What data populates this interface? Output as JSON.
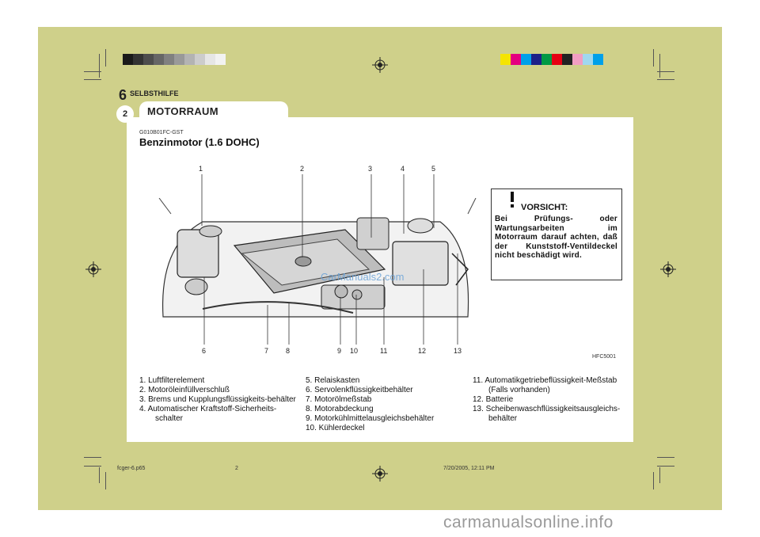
{
  "header": {
    "chapter_number": "6",
    "chapter_title": "SELBSTHILFE",
    "page_number": "2",
    "section_tab": "MOTORRAUM"
  },
  "doc": {
    "code": "G010B01FC-GST",
    "heading": "Benzinmotor (1.6 DOHC)",
    "image_code": "HFC5001"
  },
  "caution": {
    "icon": "warning-triangle-icon",
    "title": "VORSICHT:",
    "body": "Bei Prüfungs- oder Wartungsarbeiten im Motorraum darauf achten, daß der Kunststoff-Ventildeckel nicht beschädigt wird."
  },
  "callouts": {
    "top": [
      "1",
      "2",
      "3",
      "4",
      "5"
    ],
    "bottom": [
      "6",
      "7",
      "8",
      "9",
      "10",
      "11",
      "12",
      "13"
    ]
  },
  "legend": {
    "col1": [
      "1. Luftfilterelement",
      "2. Motoröleinfüllverschluß",
      "3. Brems und Kupplungsflüssigkeits-behälter",
      "4. Automatischer Kraftstoff-Sicherheits-schalter"
    ],
    "col2": [
      "5. Relaiskasten",
      "6. Servolenkflüssigkeitbehälter",
      "7. Motorölmeßstab",
      "8. Motorabdeckung",
      "9. Motorkühlmittelausgleichsbehälter",
      "10. Kühlerdeckel"
    ],
    "col3": [
      "11. Automatikgetriebeflüssigkeit-Meßstab (Falls vorhanden)",
      "12. Batterie",
      "13. Scheibenwaschflüssigkeitsausgleichs-behälter"
    ]
  },
  "footer": {
    "file": "fcger-6.p65",
    "page": "2",
    "date": "7/20/2005, 12:11 PM"
  },
  "watermarks": {
    "image": "CarManuals2.com",
    "bottom": "carmanualsonline.info"
  },
  "colors": {
    "page_background": "#cfd08a",
    "content_background": "#ffffff",
    "watermark_blue": "#6aa3d8",
    "color_bar_left": [
      "#1a1a1a",
      "#333333",
      "#4d4d4d",
      "#666666",
      "#808080",
      "#999999",
      "#b3b3b3",
      "#cccccc",
      "#e6e6e6",
      "#f2f2f2"
    ],
    "color_bar_right": [
      "#f5e400",
      "#e4007f",
      "#00a0e9",
      "#1d2088",
      "#009944",
      "#e60012",
      "#222222",
      "#f19ec2",
      "#a0d8ef",
      "#00a0e9"
    ]
  }
}
